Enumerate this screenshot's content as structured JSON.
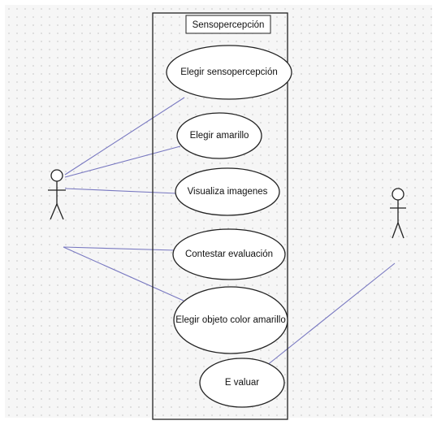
{
  "diagram": {
    "system": {
      "title": "Sensopercepción"
    },
    "use_cases": [
      {
        "id": "uc1",
        "label": "Elegir sensopercepción"
      },
      {
        "id": "uc2",
        "label": "Elegir amarillo"
      },
      {
        "id": "uc3",
        "label": "Visualiza imagenes"
      },
      {
        "id": "uc4",
        "label": "Contestar evaluación"
      },
      {
        "id": "uc5",
        "label": "Elegir objeto color amarillo"
      },
      {
        "id": "uc6",
        "label": "E valuar"
      }
    ],
    "actors": [
      {
        "id": "actor-left",
        "icon": "stick-figure-icon"
      },
      {
        "id": "actor-right",
        "icon": "stick-figure-icon"
      }
    ],
    "colors": {
      "association_line": "#7777c0",
      "outline": "#222222",
      "background": "#f6f6f6"
    }
  }
}
